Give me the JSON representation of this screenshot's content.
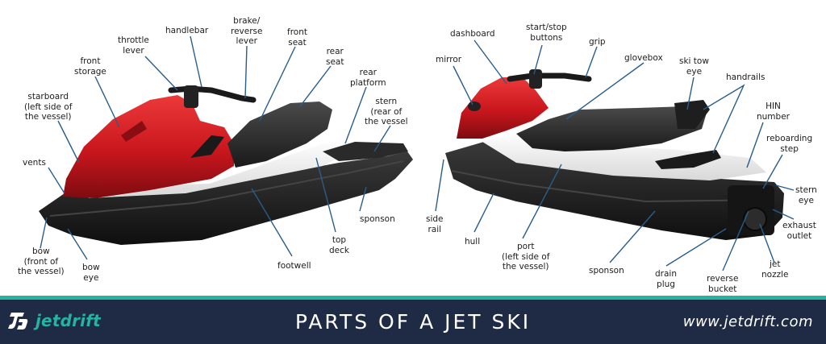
{
  "labels": {
    "handlebar": "handlebar",
    "brake_reverse_lever": "brake/\nreverse\nlever",
    "throttle_lever": "throttle\nlever",
    "front_seat": "front\nseat",
    "front_storage": "front\nstorage",
    "rear_seat": "rear\nseat",
    "rear_platform": "rear\nplatform",
    "starboard": "starboard\n(left side of\nthe vessel)",
    "stern": "stern\n(rear of\nthe vessel",
    "vents": "vents",
    "sponson_left": "sponson",
    "top_deck": "top\ndeck",
    "bow": "bow\n(front of\nthe vessel)",
    "bow_eye": "bow\neye",
    "footwell": "footwell",
    "dashboard": "dashboard",
    "start_stop_buttons": "start/stop\nbuttons",
    "grip": "grip",
    "glovebox": "glovebox",
    "mirror": "mirror",
    "ski_tow_eye": "ski tow\neye",
    "handrails": "handrails",
    "hin_number": "HIN\nnumber",
    "reboarding_step": "reboarding\nstep",
    "stern_eye": "stern\neye",
    "side_rail": "side\nrail",
    "hull": "hull",
    "port": "port\n(left side of\nthe vessel)",
    "exhaust_outlet": "exhaust\noutlet",
    "sponson_right": "sponson",
    "drain_plug": "drain\nplug",
    "reverse_bucket": "reverse\nbucket",
    "jet_nozzle": "jet\nnozzle"
  },
  "footer": {
    "brand": "jetdrift",
    "title": "PARTS OF A JET SKI",
    "url": "www.jetdrift.com"
  },
  "colors": {
    "hull_red": "#c8161d",
    "hull_black": "#1d1d1d",
    "deck_white": "#eeeeee",
    "leader_line": "#2a5d8a",
    "footer_bg": "#1f2a44",
    "accent_teal": "#25b3a3"
  }
}
